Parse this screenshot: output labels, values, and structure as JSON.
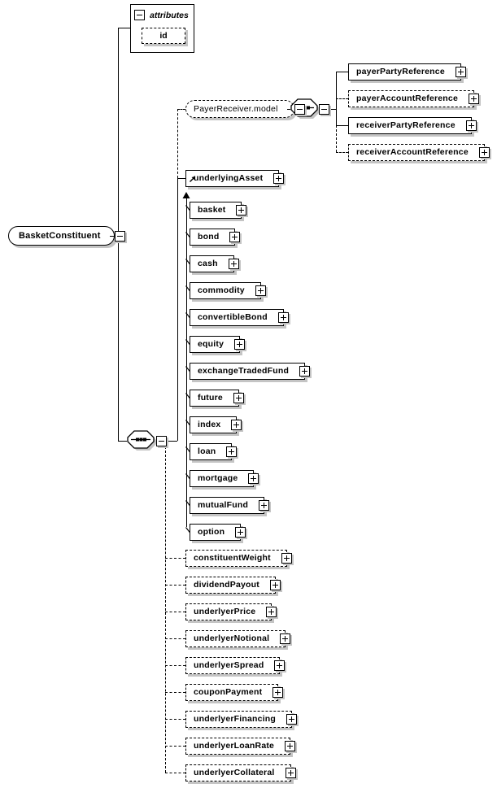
{
  "diagram": {
    "root": {
      "label": "BasketConstituent"
    },
    "attributes_box": {
      "label": "attributes",
      "items": [
        {
          "name": "id"
        }
      ]
    },
    "payer_receiver": {
      "label": "PayerReceiver.model",
      "children": [
        {
          "name": "payerPartyReference",
          "optional": false
        },
        {
          "name": "payerAccountReference",
          "optional": true
        },
        {
          "name": "receiverPartyReference",
          "optional": false
        },
        {
          "name": "receiverAccountReference",
          "optional": true
        }
      ]
    },
    "substitution_group": {
      "head": {
        "name": "underlyingAsset"
      },
      "members": [
        "basket",
        "bond",
        "cash",
        "commodity",
        "convertibleBond",
        "equity",
        "exchangeTradedFund",
        "future",
        "index",
        "loan",
        "mortgage",
        "mutualFund",
        "option"
      ]
    },
    "optional_elements": [
      "constituentWeight",
      "dividendPayout",
      "underlyerPrice",
      "underlyerNotional",
      "underlyerSpread",
      "couponPayment",
      "underlyerFinancing",
      "underlyerLoanRate",
      "underlyerCollateral"
    ],
    "icons": {
      "collapse": "minus-icon",
      "expand": "plus-icon",
      "sequence": "sequence-icon"
    },
    "colors": {
      "line": "#000000",
      "shadow": "#c4c4c4",
      "background": "#ffffff"
    }
  }
}
